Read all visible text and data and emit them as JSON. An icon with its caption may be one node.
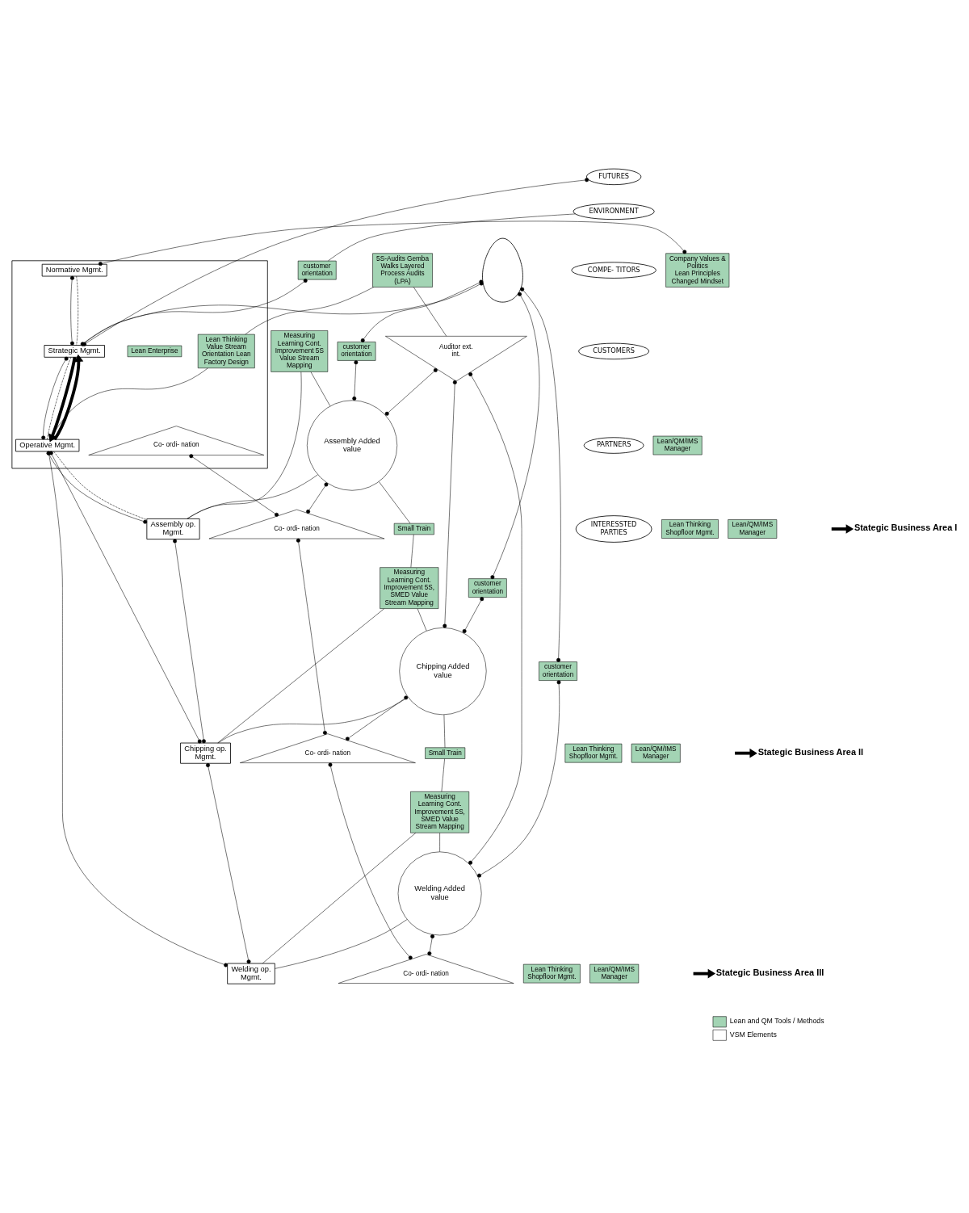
{
  "diagram": {
    "nodes": [
      {
        "text": [],
        "shape": "cloud"
      },
      {
        "text": [
          "FUTURES"
        ]
      },
      {
        "text": [
          "ENVIRONMENT"
        ]
      },
      {
        "text": [
          "COMPE- TITORS"
        ]
      },
      {
        "text": [
          "CUSTOMERS"
        ]
      },
      {
        "text": [
          "PARTNERS"
        ]
      },
      {
        "text": [
          "INTERESSTED PARTIES"
        ]
      },
      {
        "text": [],
        "shape": "box"
      },
      {
        "text": [
          "Normative Mgmt."
        ],
        "in": 7
      },
      {
        "text": [
          "Company Values & Politics",
          "Lean Principles",
          "Changed Mindset"
        ]
      },
      {
        "text": [
          "Strategic Mgmt."
        ],
        "in": 7
      },
      {
        "text": [
          "Lean Enterprise"
        ],
        "in": 7
      },
      {
        "text": [
          "Operative Mgmt."
        ],
        "in": 7
      },
      {
        "text": [
          "Lean Thinking Value Stream Orientation Lean Factory Design"
        ],
        "in": 7
      },
      {
        "text": [
          "Co- ordi- nation"
        ],
        "in": 7
      },
      {
        "text": [
          "Lean/QM/IMS Manager"
        ]
      },
      {
        "text": [
          "customer orientation"
        ]
      },
      {
        "text": [
          "5S-Audits Gemba Walks Layered Process Audits (LPA)"
        ]
      },
      {
        "text": [
          "Auditor ext. int."
        ]
      },
      {
        "text": [
          "Measuring Learning Cont. Improvement 5S Value Stream Mapping"
        ]
      },
      {
        "text": [
          "Assembly op. Mgmt."
        ]
      },
      {
        "text": [
          "Lean Thinking Shopfloor Mgmt."
        ]
      },
      {
        "text": [
          "Co- ordi- nation"
        ]
      },
      {
        "text": [
          "Lean/QM/IMS Manager"
        ]
      },
      {
        "text": [
          "customer orientation"
        ]
      },
      {
        "text": [
          "Assembly Added value"
        ]
      },
      {
        "text": [
          "Small Train"
        ]
      },
      {
        "text": [
          "Measuring Learning Cont. Improvement 5S, SMED Value Stream Mapping"
        ]
      },
      {
        "text": [
          "Chipping op. Mgmt."
        ]
      },
      {
        "text": [
          "Lean Thinking Shopfloor Mgmt."
        ]
      },
      {
        "text": [
          "Co- ordi- nation"
        ]
      },
      {
        "text": [
          "Lean/QM/IMS Manager"
        ]
      },
      {
        "text": [
          "customer orientation"
        ]
      },
      {
        "text": [
          "Chipping Added value"
        ]
      },
      {
        "text": [
          "Small Train"
        ]
      },
      {
        "text": [
          "Measuring Learning Cont. Improvement 5S, SMED Value Stream Mapping"
        ]
      },
      {
        "text": [
          "Welding op. Mgmt."
        ]
      },
      {
        "text": [
          "Lean Thinking Shopfloor Mgmt."
        ]
      },
      {
        "text": [
          "Co- ordi- nation"
        ]
      },
      {
        "text": [
          "Lean/QM/IMS Manager"
        ]
      },
      {
        "text": [
          "customer orientation"
        ]
      },
      {
        "text": [
          "Welding Added value"
        ]
      },
      {
        "text": [
          "Stategic Business Area I"
        ]
      },
      {
        "text": [
          "Stategic Business Area II"
        ]
      },
      {
        "text": [
          "Stategic Business Area III"
        ]
      }
    ],
    "edges": [
      {
        "from": 0,
        "to": 10,
        "arrow": "other"
      },
      {
        "from": 1,
        "to": 10,
        "arrow": "other"
      },
      {
        "from": 2,
        "to": 16,
        "arrow": "none"
      },
      {
        "from": 16,
        "to": 10,
        "arrow": "other"
      },
      {
        "from": 8,
        "to": 9,
        "arrow": "other"
      },
      {
        "from": 8,
        "to": 10,
        "arrow": "other"
      },
      {
        "from": 8,
        "to": 10,
        "arrow": "none",
        "style": "dashed"
      },
      {
        "from": 10,
        "to": 12,
        "arrow": "other"
      },
      {
        "from": 10,
        "to": 12,
        "arrow": "none",
        "style": "dashed"
      },
      {
        "from": 10,
        "to": 12,
        "arrow": "to",
        "style": "thick"
      },
      {
        "from": 12,
        "to": 10,
        "arrow": "to",
        "style": "thick"
      },
      {
        "from": 13,
        "to": 12,
        "arrow": "none"
      },
      {
        "from": 17,
        "to": 13,
        "arrow": "none"
      },
      {
        "from": 17,
        "to": 18,
        "arrow": "none"
      },
      {
        "from": 12,
        "to": 20,
        "arrow": "other"
      },
      {
        "from": 12,
        "to": 20,
        "arrow": "none",
        "style": "dashed"
      },
      {
        "from": 12,
        "to": 28,
        "arrow": "other"
      },
      {
        "from": 12,
        "to": 36,
        "arrow": "other"
      },
      {
        "from": 20,
        "to": 28,
        "arrow": "other"
      },
      {
        "from": 28,
        "to": 36,
        "arrow": "other"
      },
      {
        "from": 14,
        "to": 22,
        "arrow": "other"
      },
      {
        "from": 22,
        "to": 30,
        "arrow": "other"
      },
      {
        "from": 30,
        "to": 38,
        "arrow": "other"
      },
      {
        "from": 0,
        "to": 24,
        "arrow": "other"
      },
      {
        "from": 24,
        "to": 25,
        "arrow": "other"
      },
      {
        "from": 18,
        "to": 25,
        "arrow": "other"
      },
      {
        "from": 19,
        "to": 20,
        "arrow": "none"
      },
      {
        "from": 19,
        "to": 25,
        "arrow": "none"
      },
      {
        "from": 25,
        "to": 20,
        "arrow": "none"
      },
      {
        "from": 25,
        "to": 22,
        "arrow": "other"
      },
      {
        "from": 25,
        "to": 26,
        "arrow": "none"
      },
      {
        "from": 26,
        "to": 27,
        "arrow": "none"
      },
      {
        "from": 27,
        "to": 28,
        "arrow": "none"
      },
      {
        "from": 27,
        "to": 33,
        "arrow": "none"
      },
      {
        "from": 0,
        "to": 32,
        "arrow": "other"
      },
      {
        "from": 32,
        "to": 33,
        "arrow": "other"
      },
      {
        "from": 18,
        "to": 33,
        "arrow": "other"
      },
      {
        "from": 33,
        "to": 28,
        "arrow": "none"
      },
      {
        "from": 33,
        "to": 30,
        "arrow": "other"
      },
      {
        "from": 33,
        "to": 34,
        "arrow": "none"
      },
      {
        "from": 34,
        "to": 35,
        "arrow": "none"
      },
      {
        "from": 35,
        "to": 36,
        "arrow": "none"
      },
      {
        "from": 35,
        "to": 41,
        "arrow": "none"
      },
      {
        "from": 0,
        "to": 40,
        "arrow": "other"
      },
      {
        "from": 40,
        "to": 41,
        "arrow": "other"
      },
      {
        "from": 18,
        "to": 41,
        "arrow": "other"
      },
      {
        "from": 41,
        "to": 36,
        "arrow": "none"
      },
      {
        "from": 41,
        "to": 38,
        "arrow": "other"
      },
      {
        "from": null,
        "to": 42,
        "arrow": "to",
        "style": "thick"
      },
      {
        "from": null,
        "to": 43,
        "arrow": "to",
        "style": "thick"
      },
      {
        "from": null,
        "to": 44,
        "arrow": "to",
        "style": "thick"
      }
    ],
    "legend": [
      {
        "text": "Lean and QM Tools / Methods",
        "color": "#a3d4b4"
      },
      {
        "text": "VSM Elements",
        "color": "#ffffff"
      }
    ]
  }
}
